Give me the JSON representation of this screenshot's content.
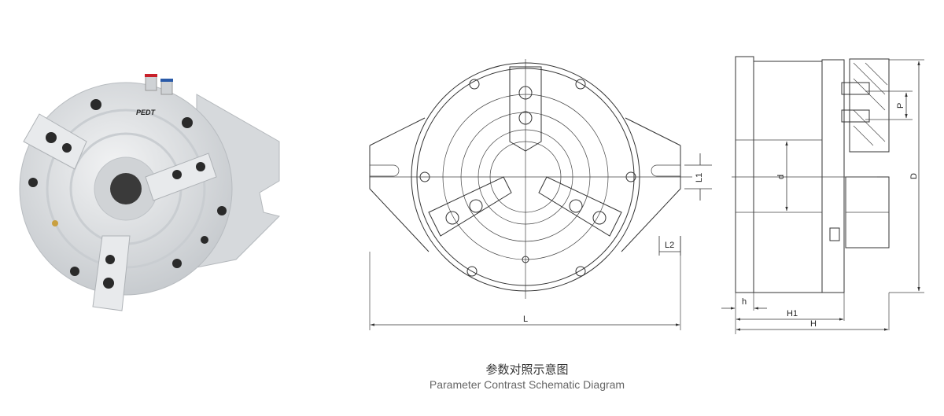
{
  "photo": {
    "logo_text": "PEDT",
    "colors": {
      "body": "#d9dcdf",
      "jaw": "#e6e8ea",
      "bolt": "#2a2a2a",
      "fitting_red": "#c8202a",
      "fitting_blue": "#2a5aa8"
    }
  },
  "front_view": {
    "labels": {
      "L": "L",
      "L1": "L1",
      "L2": "L2"
    }
  },
  "side_view": {
    "labels": {
      "d": "d",
      "D": "D",
      "P": "P",
      "h": "h",
      "H1": "H1",
      "H": "H"
    }
  },
  "caption": {
    "chinese": "参数对照示意图",
    "english": "Parameter Contrast Schematic Diagram"
  }
}
